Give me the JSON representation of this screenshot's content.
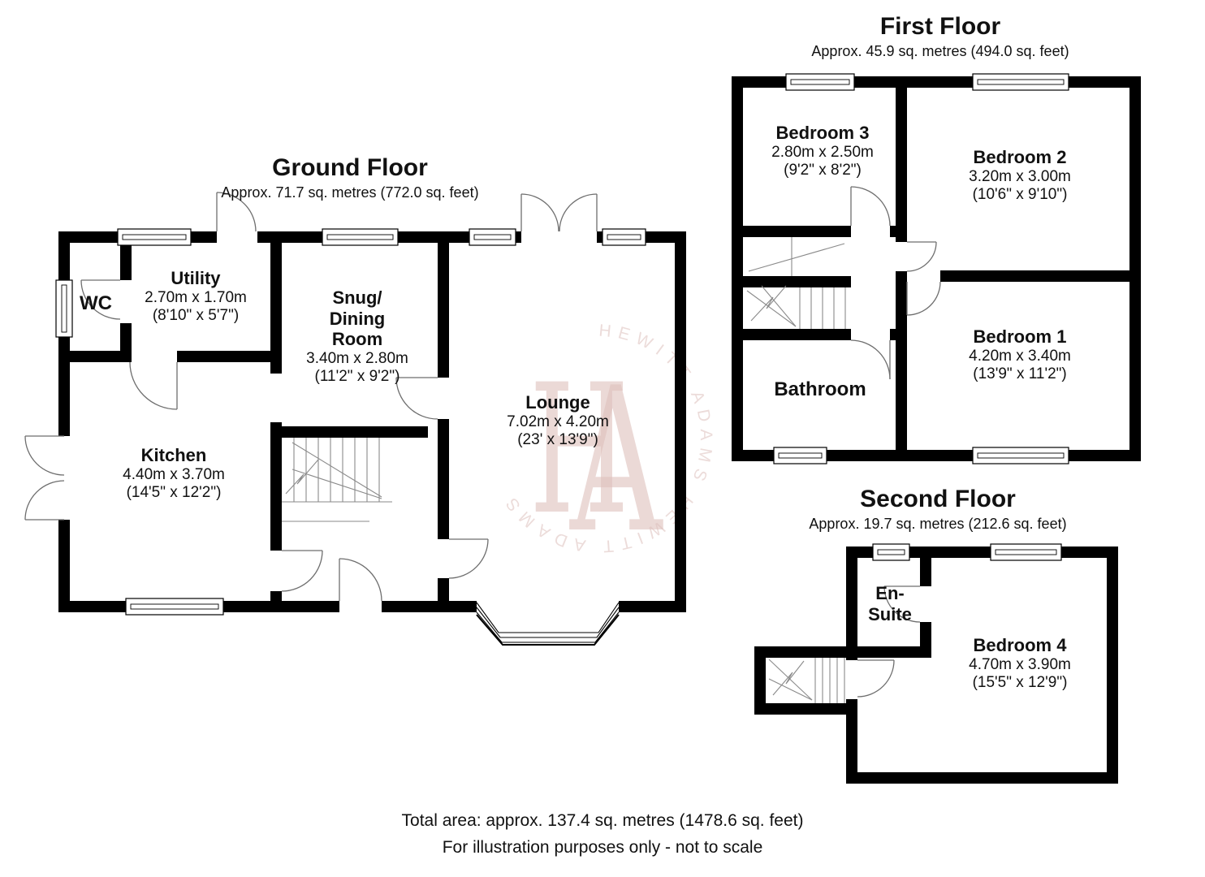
{
  "ground": {
    "title": "Ground Floor",
    "area": "Approx. 71.7 sq. metres (772.0 sq. feet)",
    "rooms": {
      "wc": {
        "name": "WC"
      },
      "utility": {
        "name": "Utility",
        "metric": "2.70m x 1.70m",
        "imperial": "(8'10\" x 5'7\")"
      },
      "snug": {
        "line1": "Snug/",
        "line2": "Dining",
        "line3": "Room",
        "metric": "3.40m x 2.80m",
        "imperial": "(11'2\" x 9'2\")"
      },
      "kitchen": {
        "name": "Kitchen",
        "metric": "4.40m x 3.70m",
        "imperial": "(14'5\" x 12'2\")"
      },
      "lounge": {
        "name": "Lounge",
        "metric": "7.02m x 4.20m",
        "imperial": "(23' x 13'9\")"
      }
    }
  },
  "first": {
    "title": "First Floor",
    "area": "Approx. 45.9 sq. metres (494.0 sq. feet)",
    "rooms": {
      "bedroom3": {
        "name": "Bedroom 3",
        "metric": "2.80m x 2.50m",
        "imperial": "(9'2\" x 8'2\")"
      },
      "bedroom2": {
        "name": "Bedroom 2",
        "metric": "3.20m x 3.00m",
        "imperial": "(10'6\" x 9'10\")"
      },
      "bedroom1": {
        "name": "Bedroom 1",
        "metric": "4.20m x 3.40m",
        "imperial": "(13'9\" x 11'2\")"
      },
      "bathroom": {
        "name": "Bathroom"
      }
    }
  },
  "second": {
    "title": "Second Floor",
    "area": "Approx. 19.7 sq. metres (212.6 sq. feet)",
    "rooms": {
      "ensuite": {
        "line1": "En-",
        "line2": "Suite"
      },
      "bedroom4": {
        "name": "Bedroom 4",
        "metric": "4.70m x 3.90m",
        "imperial": "(15'5\" x 12'9\")"
      }
    }
  },
  "watermark": {
    "brand": "HEWITT ADAMS",
    "ring_text": "HEWITT ADAMS        HEWITT ADAMS        ",
    "monogram_h": "H",
    "monogram_a": "A",
    "color": "#d8b5b0"
  },
  "footer": {
    "line1": "Total area: approx. 137.4 sq. metres (1478.6 sq. feet)",
    "line2": "For illustration purposes only - not to scale"
  }
}
